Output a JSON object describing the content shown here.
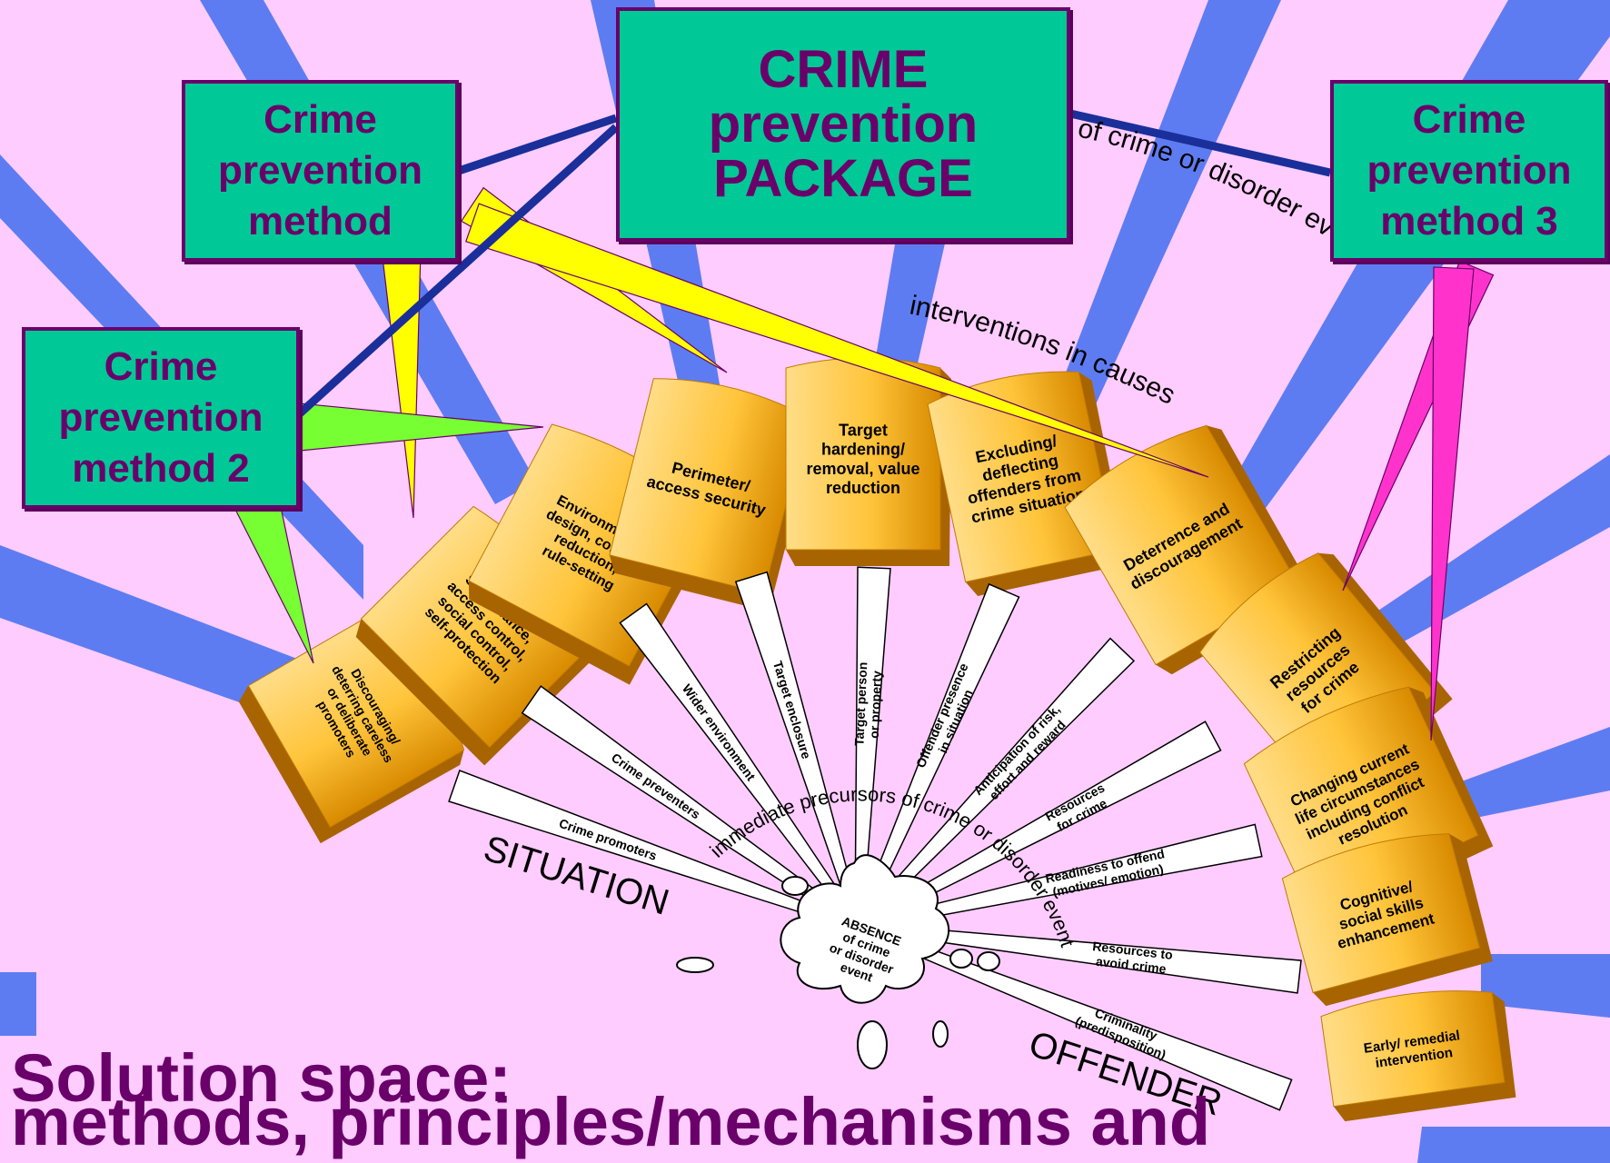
{
  "package": {
    "line1": "CRIME",
    "line2": "prevention",
    "line3": "PACKAGE"
  },
  "methods": [
    {
      "line1": "Crime",
      "line2": "prevention",
      "line3": "method"
    },
    {
      "line1": "Crime",
      "line2": "prevention",
      "line3": "method 2"
    },
    {
      "line1": "Crime",
      "line2": "prevention",
      "line3": "method 3"
    }
  ],
  "principles": [
    {
      "lines": [
        "Discouraging/",
        "deterring careless",
        "or deliberate",
        "promoters"
      ]
    },
    {
      "lines": [
        "Surveillance,",
        "access control,",
        "social control,",
        "self-protection"
      ]
    },
    {
      "lines": [
        "Environmental",
        "design, conflict",
        "reduction,",
        "rule-setting"
      ]
    },
    {
      "lines": [
        "Perimeter/",
        "access security"
      ]
    },
    {
      "lines": [
        "Target",
        "hardening/",
        "removal, value",
        "reduction"
      ]
    },
    {
      "lines": [
        "Excluding/",
        "deflecting",
        "offenders from",
        "crime situation"
      ]
    },
    {
      "lines": [
        "Deterrence and",
        "discouragement"
      ]
    },
    {
      "lines": [
        "Restricting",
        "resources",
        "for crime"
      ]
    },
    {
      "lines": [
        "Changing current",
        "life circumstances",
        "including conflict",
        "resolution"
      ]
    },
    {
      "lines": [
        "Cognitive/",
        "social skills",
        "enhancement"
      ]
    },
    {
      "lines": [
        "Early/ remedial",
        "intervention"
      ]
    }
  ],
  "causes": [
    {
      "lines": [
        "Crime promoters"
      ]
    },
    {
      "lines": [
        "Crime preventers"
      ]
    },
    {
      "lines": [
        "Wider environment"
      ]
    },
    {
      "lines": [
        "Target enclosure"
      ]
    },
    {
      "lines": [
        "Target person",
        "or property"
      ]
    },
    {
      "lines": [
        "Offender presence",
        "in situation"
      ]
    },
    {
      "lines": [
        "Anticipation of risk,",
        "effort and reward"
      ]
    },
    {
      "lines": [
        "Resources",
        "for crime"
      ]
    },
    {
      "lines": [
        "Readiness to offend",
        "(motives/ emotion)"
      ]
    },
    {
      "lines": [
        "Resources to",
        "avoid crime"
      ]
    },
    {
      "lines": [
        "Criminality",
        "(predisposition)"
      ]
    }
  ],
  "center": {
    "lines": [
      "ABSENCE",
      "of crime",
      "or disorder",
      "event"
    ]
  },
  "labels": {
    "situation": "SITUATION",
    "offender": "OFFENDER",
    "immediate_precursors": "immediate precursors of crime or disorder event",
    "interventions": "interventions in causes",
    "of_crime": "of crime or disorder event"
  },
  "bottom_title": {
    "line1": "Solution space:",
    "line2": "methods, principles/mechanisms and"
  },
  "colors": {
    "background": "#ffccff",
    "beam": "#5e7cf2",
    "box_fill": "#00c896",
    "box_text": "#6a006a",
    "card": "#ffc440",
    "yellow_link": "#ffff00",
    "green_link": "#77ff33",
    "pink_link": "#ff33cc",
    "blue_link": "#1a2f99"
  }
}
